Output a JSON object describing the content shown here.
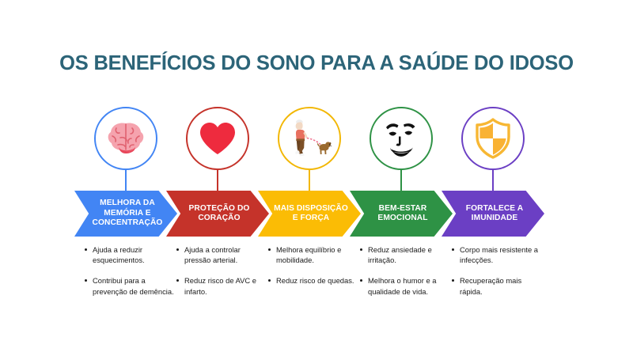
{
  "title": "OS BENEFÍCIOS DO SONO PARA A SAÚDE DO IDOSO",
  "title_color": "#2C6478",
  "background_color": "#FFFFFF",
  "columns": [
    {
      "icon": "brain-icon",
      "color": "#4285F4",
      "banner_label": "MELHORA DA MEMÓRIA E CONCENTRAÇÃO",
      "bullets": [
        "Ajuda a reduzir esquecimentos.",
        "Contribui para a prevenção de demência."
      ]
    },
    {
      "icon": "heart-icon",
      "color": "#C5332A",
      "banner_label": "PROTEÇÃO DO CORAÇÃO",
      "bullets": [
        "Ajuda a controlar pressão arterial.",
        "Reduz risco de AVC e infarto."
      ]
    },
    {
      "icon": "person-walking-dog-icon",
      "color": "#FBBC05",
      "banner_label": "MAIS DISPOSIÇÃO E FORÇA",
      "bullets": [
        "Melhora equilíbrio e mobilidade.",
        "Reduz risco de quedas."
      ]
    },
    {
      "icon": "smiling-face-icon",
      "color": "#2E9245",
      "banner_label": "BEM-ESTAR EMOCIONAL",
      "bullets": [
        "Reduz ansiedade e irritação.",
        "Melhora o humor e a qualidade de vida."
      ]
    },
    {
      "icon": "shield-icon",
      "color": "#6B3FC4",
      "banner_label": "FORTALECE A IMUNIDADE",
      "bullets": [
        "Corpo mais resistente a infecções.",
        "Recuperação mais rápida."
      ]
    }
  ]
}
